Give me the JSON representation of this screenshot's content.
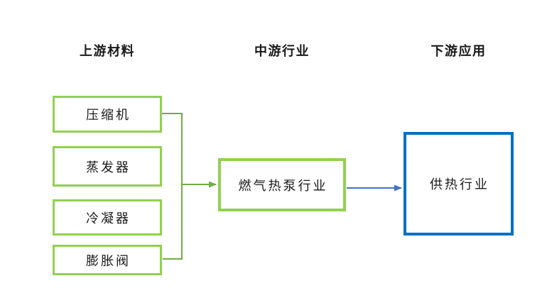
{
  "diagram": {
    "headers": [
      {
        "label": "上游材料"
      },
      {
        "label": "中游行业"
      },
      {
        "label": "下游应用"
      }
    ],
    "upstream_boxes": [
      {
        "label": "压缩机"
      },
      {
        "label": "蒸发器"
      },
      {
        "label": "冷凝器"
      },
      {
        "label": "膨胀阀"
      }
    ],
    "midstream_box": {
      "label": "燃气热泵行业"
    },
    "downstream_box": {
      "label": "供热行业"
    },
    "colors": {
      "upstream_box_border": "#92D050",
      "midstream_box_border": "#92D050",
      "downstream_box_border": "#0070C0",
      "connector_green": "#70AD47",
      "connector_blue": "#4472C4",
      "text": "#1a1a1a",
      "background": "#FFFFFF"
    }
  }
}
